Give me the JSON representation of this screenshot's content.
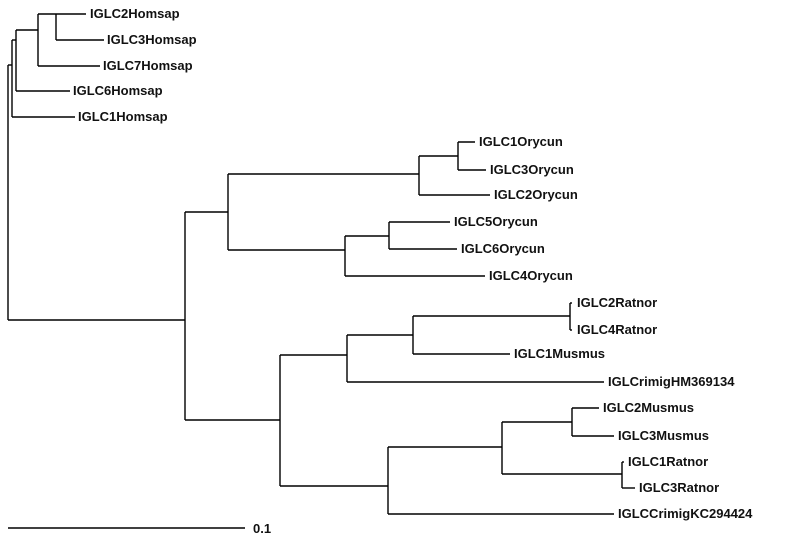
{
  "tree": {
    "title": "",
    "scale_bar": {
      "label": "0.1",
      "length": 0.1
    },
    "leaves": [
      "IGLC2Homsap",
      "IGLC3Homsap",
      "IGLC7Homsap",
      "IGLC6Homsap",
      "IGLC1Homsap",
      "IGLC1Orycun",
      "IGLC3Orycun",
      "IGLC2Orycun",
      "IGLC5Orycun",
      "IGLC6Orycun",
      "IGLC4Orycun",
      "IGLC2Ratnor",
      "IGLC4Ratnor",
      "IGLC1Musmus",
      "IGLCrimigHM369134",
      "IGLC2Musmus",
      "IGLC3Musmus",
      "IGLC1Ratnor",
      "IGLC3Ratnor",
      "IGLCCrimigKC294424"
    ]
  }
}
